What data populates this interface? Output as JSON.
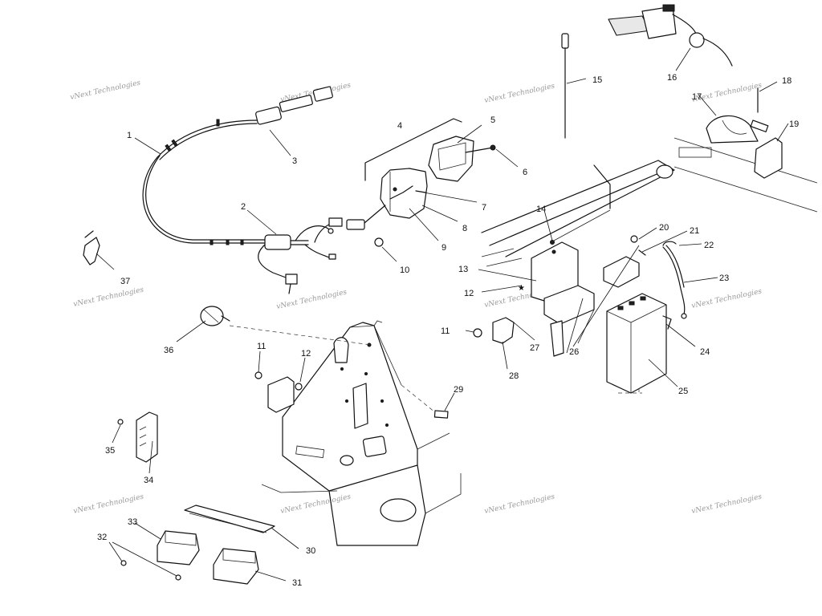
{
  "watermark": {
    "text": "vNext Technologies"
  },
  "callouts": [
    {
      "id": "1",
      "label": "1"
    },
    {
      "id": "2",
      "label": "2"
    },
    {
      "id": "3",
      "label": "3"
    },
    {
      "id": "4",
      "label": "4"
    },
    {
      "id": "5",
      "label": "5"
    },
    {
      "id": "6",
      "label": "6"
    },
    {
      "id": "7",
      "label": "7"
    },
    {
      "id": "8",
      "label": "8"
    },
    {
      "id": "9",
      "label": "9"
    },
    {
      "id": "10",
      "label": "10"
    },
    {
      "id": "11a",
      "label": "11"
    },
    {
      "id": "11b",
      "label": "11"
    },
    {
      "id": "12a",
      "label": "12"
    },
    {
      "id": "12b",
      "label": "12"
    },
    {
      "id": "13",
      "label": "13"
    },
    {
      "id": "14",
      "label": "14"
    },
    {
      "id": "15",
      "label": "15"
    },
    {
      "id": "16",
      "label": "16"
    },
    {
      "id": "17",
      "label": "17"
    },
    {
      "id": "18",
      "label": "18"
    },
    {
      "id": "19",
      "label": "19"
    },
    {
      "id": "20",
      "label": "20"
    },
    {
      "id": "21",
      "label": "21"
    },
    {
      "id": "22",
      "label": "22"
    },
    {
      "id": "23",
      "label": "23"
    },
    {
      "id": "24",
      "label": "24"
    },
    {
      "id": "25",
      "label": "25"
    },
    {
      "id": "26",
      "label": "26"
    },
    {
      "id": "27",
      "label": "27"
    },
    {
      "id": "28",
      "label": "28"
    },
    {
      "id": "29",
      "label": "29"
    },
    {
      "id": "30",
      "label": "30"
    },
    {
      "id": "31",
      "label": "31"
    },
    {
      "id": "32",
      "label": "32"
    },
    {
      "id": "33",
      "label": "33"
    },
    {
      "id": "34",
      "label": "34"
    },
    {
      "id": "35",
      "label": "35"
    },
    {
      "id": "36",
      "label": "36"
    },
    {
      "id": "37",
      "label": "37"
    }
  ]
}
